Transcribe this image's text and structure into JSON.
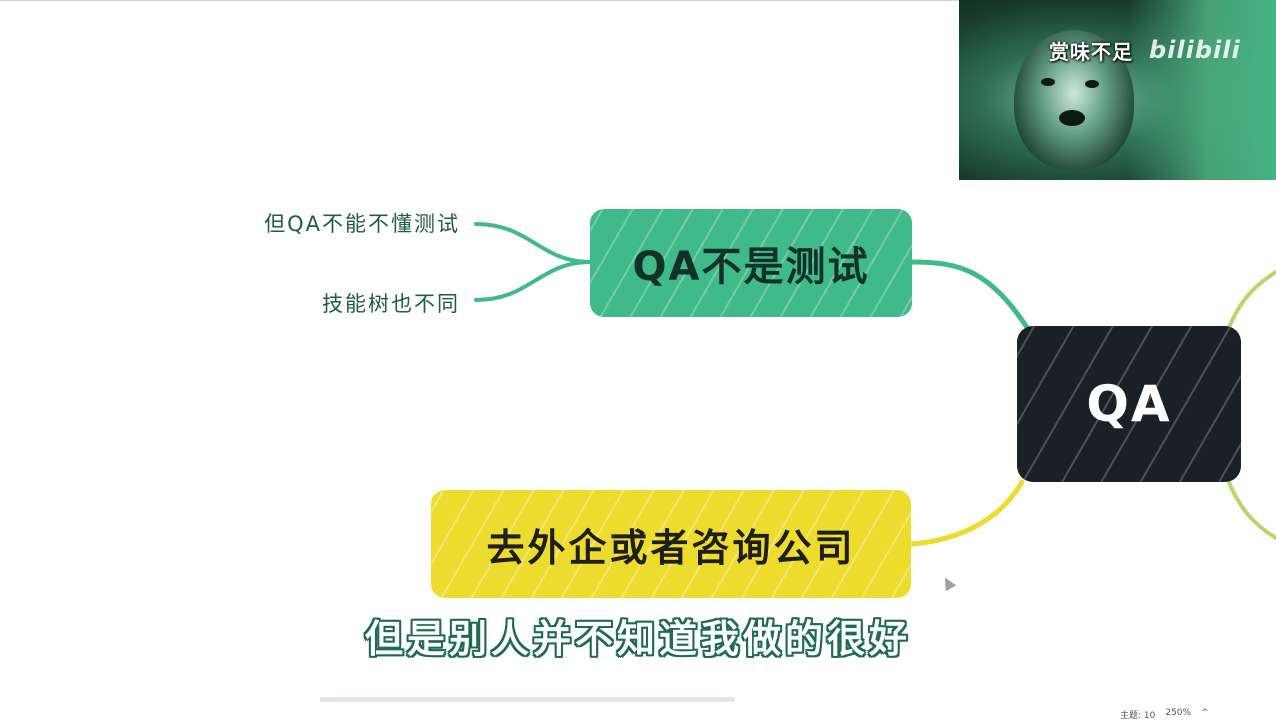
{
  "mindmap": {
    "root": "QA",
    "main_topic": "QA不是测试",
    "leaves": [
      "但QA不能不懂测试",
      "技能树也不同"
    ],
    "second_topic": "去外企或者咨询公司"
  },
  "video": {
    "caption": "赏味不足",
    "logo": "bilibili"
  },
  "subtitle": "但是别人并不知道我做的很好",
  "status": {
    "topics": "主题: 10",
    "zoom": "250%"
  },
  "colors": {
    "green": "#3fba88",
    "dark": "#1b1f26",
    "yellow": "#eddc2e"
  },
  "icons": [
    "cursor-icon",
    "chevron-up-icon"
  ]
}
